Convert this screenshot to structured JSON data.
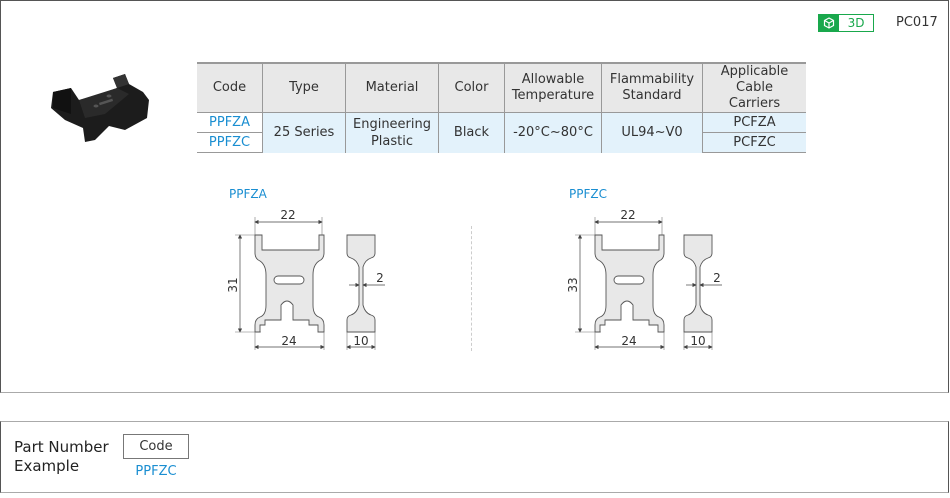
{
  "header": {
    "badge_3d_label": "3D",
    "badge_3d_icon": "cube-icon",
    "product_code": "PC017"
  },
  "colors": {
    "accent_green": "#19a84c",
    "link_blue": "#1a8ed1",
    "header_bg": "#e8e8e8",
    "cell_bg": "#e3f2fb"
  },
  "spec_table": {
    "headers": [
      "Code",
      "Type",
      "Material",
      "Color",
      "Allowable Temperature",
      "Flammability Standard",
      "Applicable Cable Carriers"
    ],
    "header_lines": {
      "temperature": [
        "Allowable",
        "Temperature"
      ],
      "flammability": [
        "Flammability",
        "Standard"
      ],
      "carriers": [
        "Applicable",
        "Cable Carriers"
      ]
    },
    "codes": [
      "PPFZA",
      "PPFZC"
    ],
    "type": "25 Series",
    "material_lines": [
      "Engineering",
      "Plastic"
    ],
    "color": "Black",
    "temperature": "-20°C~80°C",
    "flammability": "UL94~V0",
    "carriers": [
      "PCFZA",
      "PCFZC"
    ]
  },
  "drawings": [
    {
      "label": "PPFZA",
      "dims": {
        "top_width": "22",
        "height": "31",
        "bottom_width": "24",
        "thickness": "2",
        "side_width": "10"
      }
    },
    {
      "label": "PPFZC",
      "dims": {
        "top_width": "22",
        "height": "33",
        "bottom_width": "24",
        "thickness": "2",
        "side_width": "10"
      }
    }
  ],
  "part_number": {
    "title_line1": "Part Number",
    "title_line2": "Example",
    "box_label": "Code",
    "example_value": "PPFZC"
  }
}
